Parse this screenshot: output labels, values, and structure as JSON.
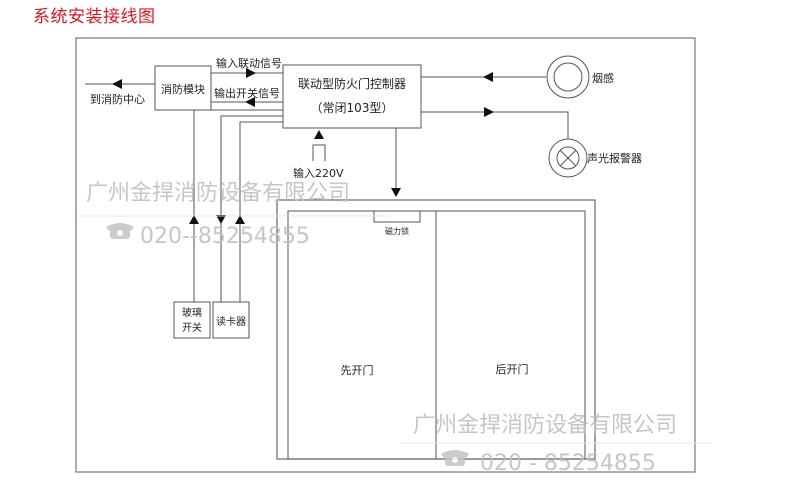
{
  "title": "系统安装接线图",
  "controller": {
    "name": "联动型防火门控制器",
    "model": "（常闭103型）"
  },
  "fire_module": "消防模块",
  "labels": {
    "to_fire_center": "到消防中心",
    "input_linkage_signal": "输入联动信号",
    "output_switch_signal": "输出开关信号",
    "input_power": "输入220V",
    "smoke_detector": "烟感",
    "sound_light_alarm": "声光报警器",
    "magnetic_lock": "磁力锁",
    "glass_switch_line1": "玻璃",
    "glass_switch_line2": "开关",
    "card_reader": "读卡器",
    "first_door": "先开门",
    "second_door": "后开门"
  },
  "watermark": {
    "company": "广州金捍消防设备有限公司",
    "phone_top": "020--85254855",
    "phone_bottom": "020 - 85254855"
  },
  "colors": {
    "title": "#e8141b",
    "line": "#555555",
    "watermark": "#bdbdbd"
  }
}
